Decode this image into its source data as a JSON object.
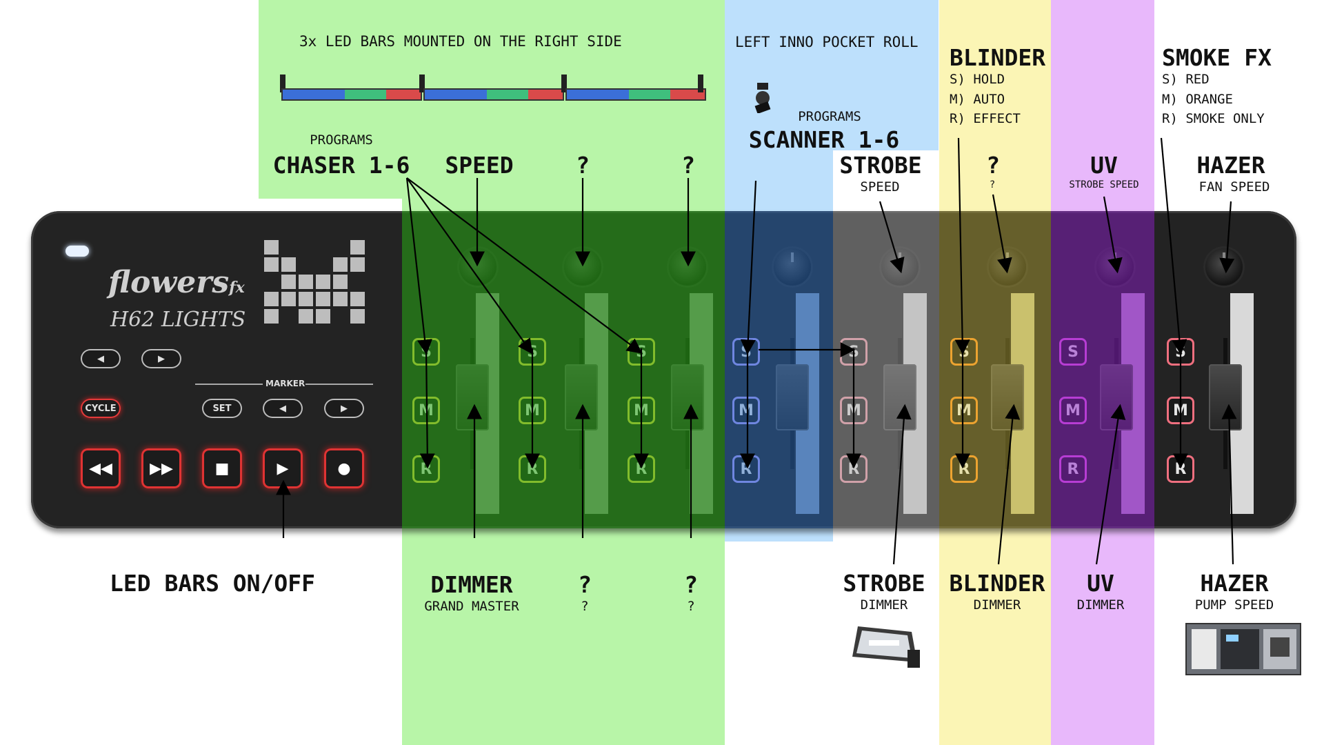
{
  "colors": {
    "green_zone": "#b8f5a8",
    "blue_zone": "#bde0fc",
    "yellow_zone": "#fbf5b5",
    "purple_zone": "#e8b8fb",
    "white_zone": "#ffffff",
    "controller": "#232323",
    "red_button": "#e03333"
  },
  "top": {
    "led_bars_title": "3x LED BARS MOUNTED ON THE RIGHT SIDE",
    "scanner_title": "LEFT INNO POCKET ROLL",
    "programs_1": "PROGRAMS",
    "chaser": "CHASER 1-6",
    "programs_2": "PROGRAMS",
    "scanner": "SCANNER 1-6",
    "speed": "SPEED",
    "q1": "?",
    "q2": "?",
    "strobe": "STROBE",
    "strobe_speed": "SPEED",
    "blinder_title": "BLINDER",
    "blinder_s": "S) HOLD",
    "blinder_m": "M) AUTO",
    "blinder_r": "R) EFFECT",
    "blinder_q": "?",
    "blinder_q_sub": "?",
    "uv": "UV",
    "uv_sub": "STROBE SPEED",
    "smoke_title": "SMOKE FX",
    "smoke_s": "S) RED",
    "smoke_m": "M) ORANGE",
    "smoke_r": "R) SMOKE ONLY",
    "hazer": "HAZER",
    "hazer_sub": "FAN SPEED"
  },
  "controller": {
    "brand": "flowers",
    "brand_suffix": "fx",
    "subtitle": "H62 LIGHTS",
    "marker_label": "MARKER",
    "cycle": "CYCLE",
    "set": "SET",
    "prev_icon": "◀",
    "next_icon": "▶",
    "rewind_icon": "◀◀",
    "ffwd_icon": "▶▶",
    "stop_icon": "■",
    "play_icon": "▶",
    "record_icon": "●",
    "s": "S",
    "m": "M",
    "r": "R"
  },
  "bottom": {
    "led_bars_onoff": "LED BARS ON/OFF",
    "dimmer": "DIMMER",
    "grand_master": "GRAND MASTER",
    "q1": "?",
    "q1_sub": "?",
    "q2": "?",
    "q2_sub": "?",
    "strobe": "STROBE",
    "strobe_sub": "DIMMER",
    "blinder": "BLINDER",
    "blinder_sub": "DIMMER",
    "uv": "UV",
    "uv_sub": "DIMMER",
    "hazer": "HAZER",
    "hazer_sub": "PUMP SPEED"
  }
}
